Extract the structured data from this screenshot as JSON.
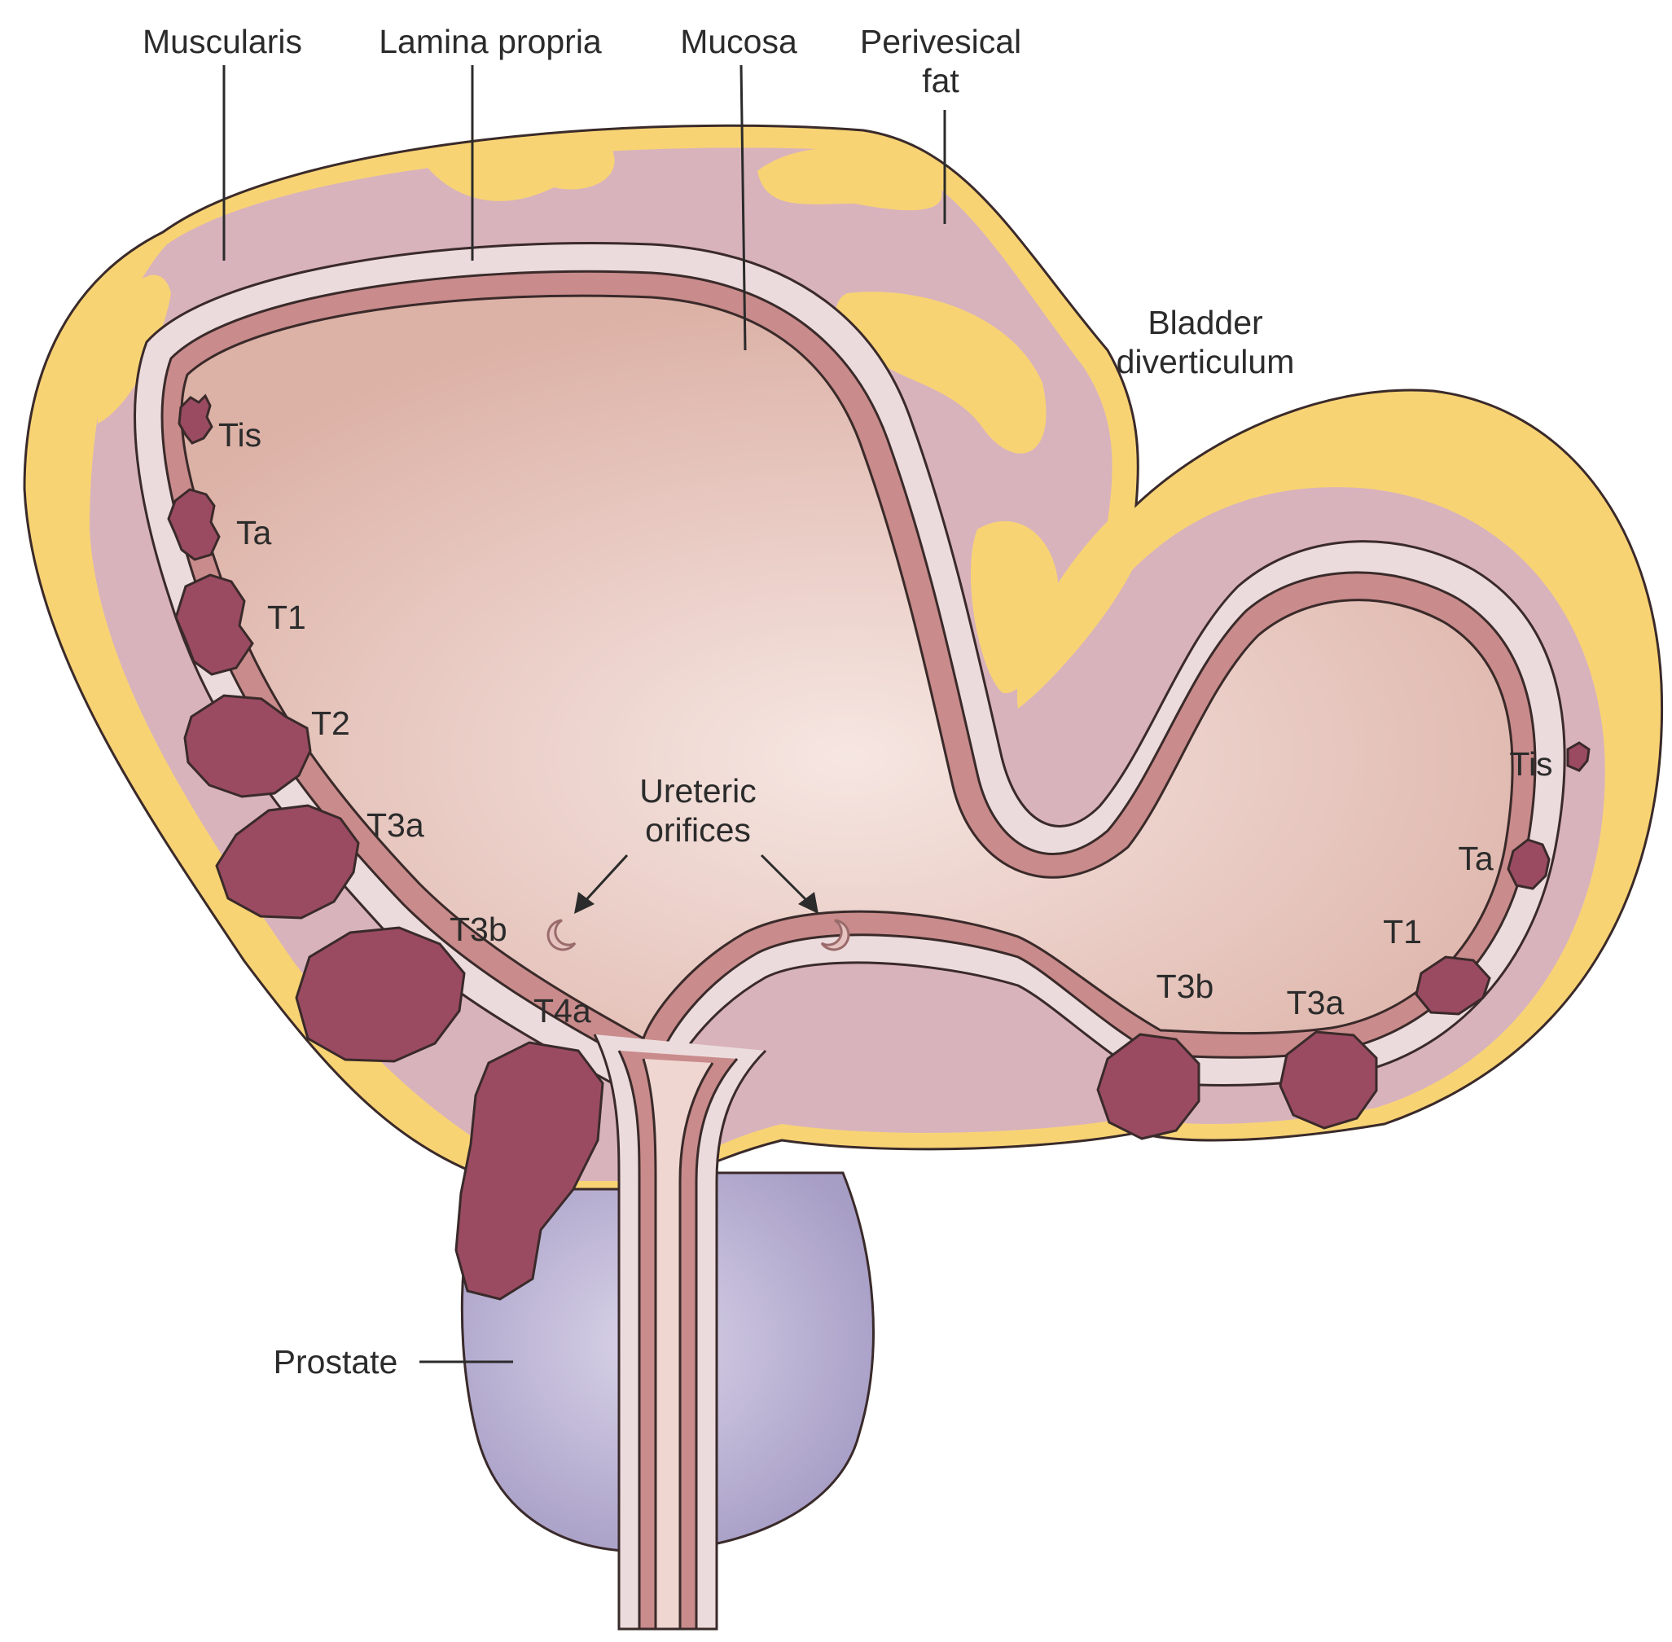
{
  "labels": {
    "muscularis": "Muscularis",
    "lamina_propria": "Lamina propria",
    "mucosa": "Mucosa",
    "perivesical_line1": "Perivesical",
    "perivesical_line2": "fat",
    "diverticulum_line1": "Bladder",
    "diverticulum_line2": "diverticulum",
    "ureteric_line1": "Ureteric",
    "ureteric_line2": "orifices",
    "prostate": "Prostate"
  },
  "bladder_stages": [
    "Tis",
    "Ta",
    "T1",
    "T2",
    "T3a",
    "T3b",
    "T4a"
  ],
  "diverticulum_stages": [
    "Tis",
    "Ta",
    "T1",
    "T3a",
    "T3b"
  ],
  "colors": {
    "fat": "#f8d374",
    "muscularis": "#d8b3bc",
    "lamina_propria": "#ecdbdc",
    "mucosa": "#c98b8b",
    "lumen": "#efd6d0",
    "tumor": "#9a4b62",
    "prostate": "#b2a9cc",
    "outline": "#3a2a2a"
  }
}
